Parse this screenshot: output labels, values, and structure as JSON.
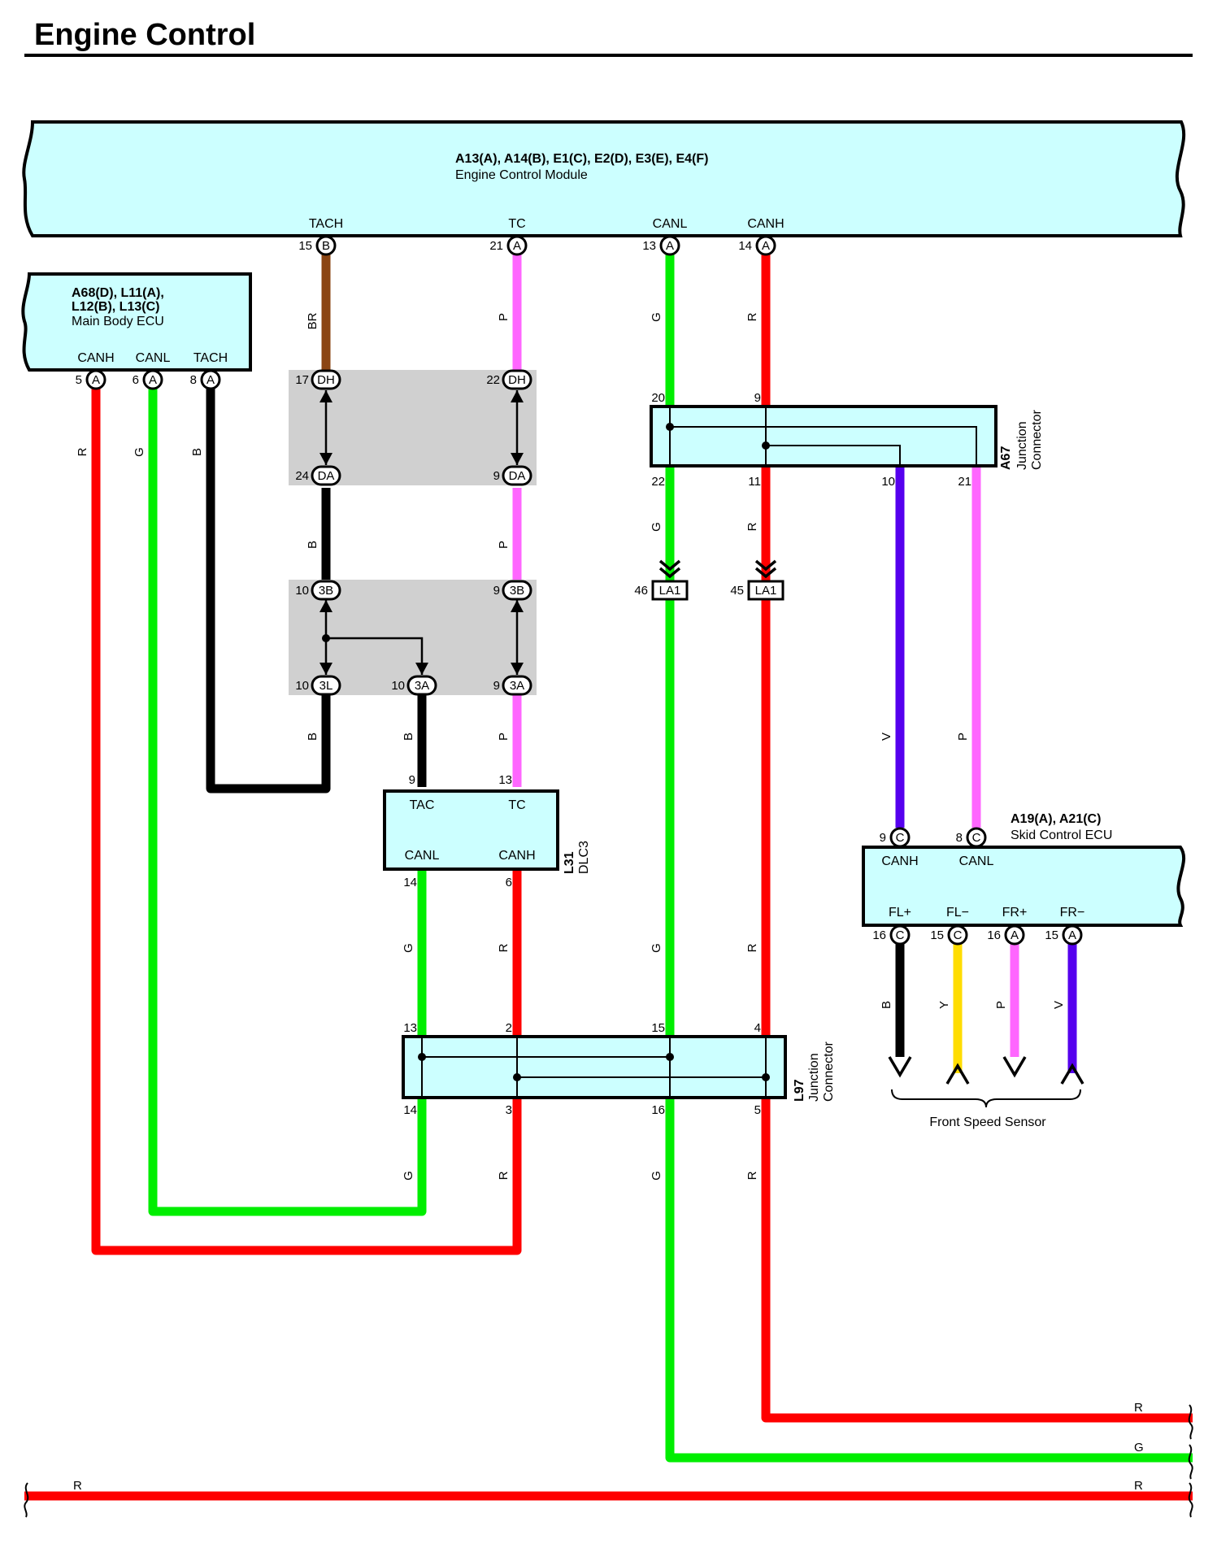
{
  "page_title": "Engine Control",
  "ecm": {
    "codes": "A13(A), A14(B), E1(C), E2(D), E3(E), E4(F)",
    "name": "Engine Control Module",
    "tach": "TACH",
    "tc": "TC",
    "canl": "CANL",
    "canh": "CANH"
  },
  "mbecu": {
    "codes1": "A68(D), L11(A),",
    "codes2": "L12(B), L13(C)",
    "name": "Main Body ECU",
    "canh": "CANH",
    "canl": "CANL",
    "tach": "TACH"
  },
  "dlc3": {
    "code": "L31",
    "name": "DLC3",
    "tac": "TAC",
    "tc": "TC",
    "canl": "CANL",
    "canh": "CANH"
  },
  "a67": {
    "code": "A67",
    "name1": "Junction",
    "name2": "Connector"
  },
  "l97": {
    "code": "L97",
    "name1": "Junction",
    "name2": "Connector"
  },
  "skid": {
    "codes": "A19(A), A21(C)",
    "name": "Skid Control ECU",
    "canh": "CANH",
    "canl": "CANL",
    "flp": "FL+",
    "flm": "FL−",
    "frp": "FR+",
    "frm": "FR−"
  },
  "sensor_label": "Front Speed Sensor",
  "wire_colors": {
    "BR": "#8b4513",
    "P": "#ff66ff",
    "G": "#00ee00",
    "R": "#ff0000",
    "B": "#000000",
    "V": "#5500ee",
    "Y": "#ffdd00"
  },
  "pins": {
    "p15": "15",
    "p21": "21",
    "p13": "13",
    "p14": "14",
    "p5": "5",
    "p6": "6",
    "p8": "8",
    "p17": "17",
    "p22": "22",
    "p24": "24",
    "p9a": "9",
    "p10a": "10",
    "p9b": "9",
    "p10b": "10",
    "p10c": "10",
    "p9c": "9",
    "p9d": "9",
    "p13d": "13",
    "p14d": "14",
    "p6d": "6",
    "p20": "20",
    "p9e": "9",
    "p22e": "22",
    "p11e": "11",
    "p10e": "10",
    "p21e": "21",
    "p46": "46",
    "p45": "45",
    "p13j": "13",
    "p2j": "2",
    "p15j": "15",
    "p4j": "4",
    "p14j": "14",
    "p3j": "3",
    "p16j": "16",
    "p5j": "5",
    "p9s": "9",
    "p8s": "8",
    "p16s": "16",
    "p15s": "15",
    "p16s2": "16",
    "p15s2": "15"
  },
  "terms": {
    "B": "B",
    "A": "A",
    "C": "C",
    "DH": "DH",
    "DA": "DA",
    "3B": "3B",
    "3L": "3L",
    "3A": "3A",
    "LA1": "LA1"
  },
  "wires": {
    "BR": "BR",
    "P": "P",
    "G": "G",
    "R": "R",
    "B": "B",
    "V": "V",
    "Y": "Y"
  }
}
